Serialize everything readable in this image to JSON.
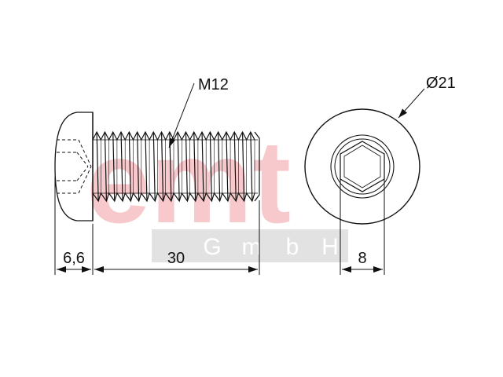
{
  "colors": {
    "line": "#111111",
    "watermark_red": "#f7c9cc",
    "watermark_gray": "#e2e2e2"
  },
  "watermark": {
    "logo_text": "emt",
    "letters": [
      "G",
      "m",
      "b",
      "H"
    ]
  },
  "labels": {
    "thread": "M12",
    "diameter": "Ø21",
    "head_height": "6,6",
    "length": "30",
    "hex_size": "8"
  }
}
